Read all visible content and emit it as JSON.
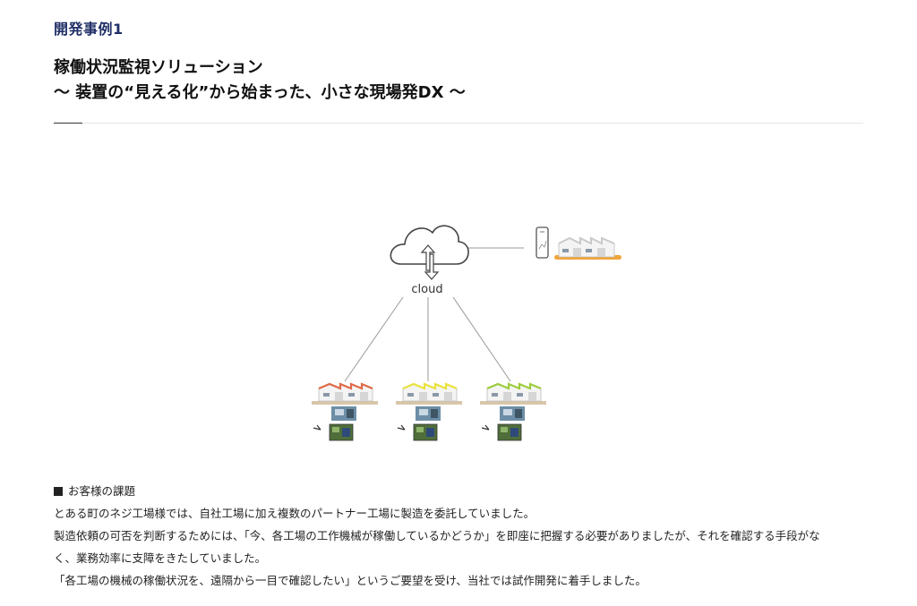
{
  "header": {
    "case_label": "開発事例1",
    "title_line1": "稼働状況監視ソリューション",
    "title_line2": "〜 装置の“見える化”から始まった、小さな現場発DX 〜"
  },
  "diagram": {
    "cloud_label": "cloud",
    "factory_roof_colors": [
      "#e06a48",
      "#e9e23a",
      "#9ccd3b"
    ],
    "hq_roof_color": "#c9c9c9",
    "icons": [
      "cloud-icon",
      "smartphone-icon",
      "factory-icon",
      "machine-icon",
      "monitor-icon"
    ]
  },
  "body": {
    "heading": "お客様の課題",
    "p1": "とある町のネジ工場様では、自社工場に加え複数のパートナー工場に製造を委託していました。",
    "p2a": "製造依頼の可否を判断するためには、「今、各工場の工作機械が稼働しているかどうか」を即座に把握する必要がありましたが、それを確認する手段がな",
    "p2b": "く、業務効率に支障をきたしていました。",
    "p3": "「各工場の機械の稼働状況を、遠隔から一目で確認したい」というご要望を受け、当社では試作開発に着手しました。"
  }
}
